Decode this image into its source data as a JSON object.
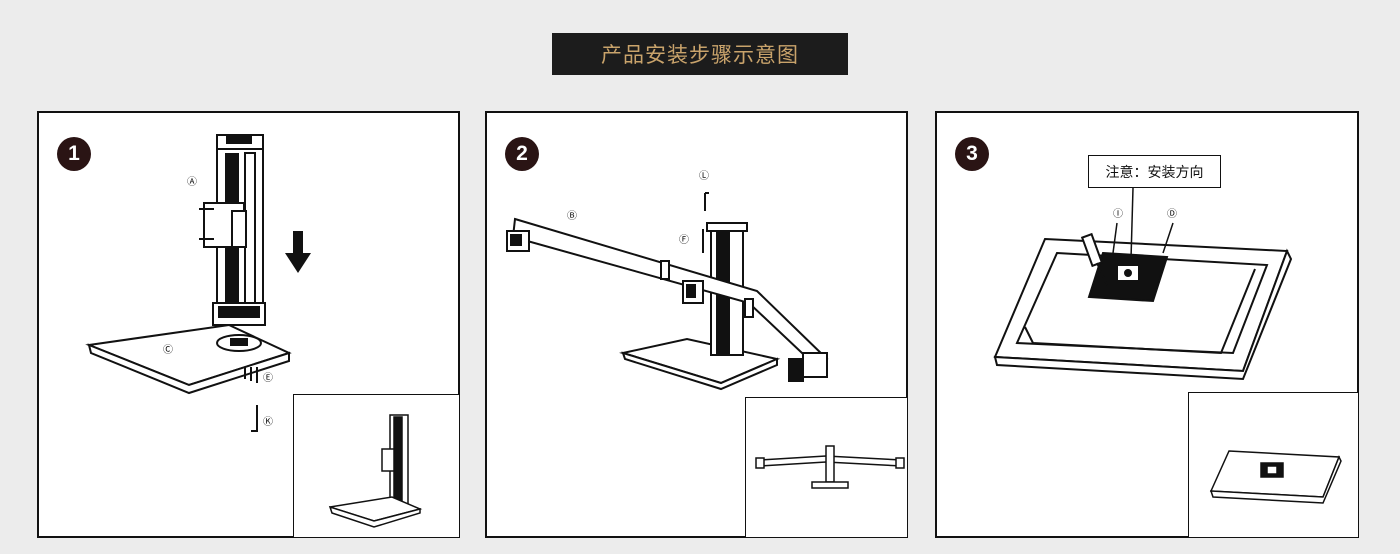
{
  "header": {
    "title": "产品安装步骤示意图"
  },
  "steps": [
    {
      "number": "1",
      "labels": {
        "column": "Ⓐ",
        "base": "Ⓒ",
        "screws": "Ⓔ",
        "wrench": "Ⓚ"
      }
    },
    {
      "number": "2",
      "labels": {
        "arm": "Ⓑ",
        "key": "Ⓛ",
        "bolt": "Ⓕ"
      }
    },
    {
      "number": "3",
      "note": "注意：安装方向",
      "labels": {
        "screw": "Ⓘ",
        "plate": "Ⓓ"
      }
    }
  ],
  "colors": {
    "title_bg": "#1c1c1c",
    "title_text": "#c9a36b",
    "badge": "#2a1414"
  }
}
